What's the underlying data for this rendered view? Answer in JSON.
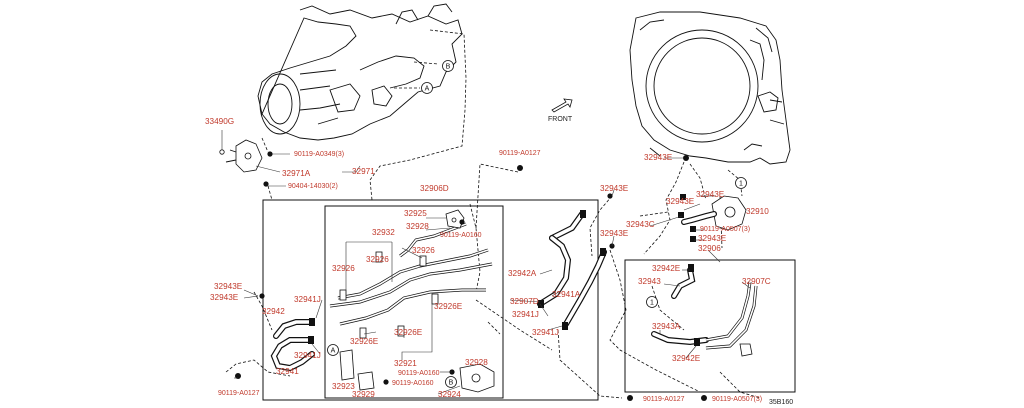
{
  "diagram_code": "35B160",
  "front_label": "FRONT",
  "callouts": {
    "a": "A",
    "b": "B",
    "one": "1"
  },
  "parts": {
    "p33490G": "33490G",
    "p90119_A0349_3": "90119-A0349(3)",
    "p32971A": "32971A",
    "p32971": "32971",
    "p90404_14030_2": "90404-14030(2)",
    "p32906D": "32906D",
    "p90119_A0127_top": "90119-A0127",
    "p32943E_a": "32943E",
    "p32943E_b": "32943E",
    "p32943E_c": "32943E",
    "p32943E_d": "32943E",
    "p32943E_e": "32943E",
    "p32943E_f": "32943E",
    "p32943E_g": "32943E",
    "p32910": "32910",
    "p32943C": "32943C",
    "p90119_A0507_3_a": "90119-A0507(3)",
    "p32906": "32906",
    "p32942E_a": "32942E",
    "p32942E_b": "32942E",
    "p32943": "32943",
    "p32907C": "32907C",
    "p32943A": "32943A",
    "p32925": "32925",
    "p32928_a": "32928",
    "p90119_A0160_a": "90119-A0160",
    "p32932": "32932",
    "p32926_a": "32926",
    "p32926_b": "32926",
    "p32926_c": "32926",
    "p32926E_a": "32926E",
    "p32926E_b": "32926E",
    "p32926E_c": "32926E",
    "p32921": "32921",
    "p90119_A0160_b": "90119-A0160",
    "p90119_A0160_c": "90119-A0160",
    "p32928_b": "32928",
    "p32923": "32923",
    "p32929": "32929",
    "p32924": "32924",
    "p32942A": "32942A",
    "p32907D": "32907D",
    "p32941J_a": "32941J",
    "p32941J_b": "32941J",
    "p32941J_c": "32941J",
    "p32941J_d": "32941J",
    "p32941A": "32941A",
    "p32942": "32942",
    "p32941": "32941",
    "p90119_A0127_bl": "90119-A0127",
    "p90119_A0127_br": "90119-A0127",
    "p90119_A0507_3_b": "90119-A0507(3)"
  }
}
